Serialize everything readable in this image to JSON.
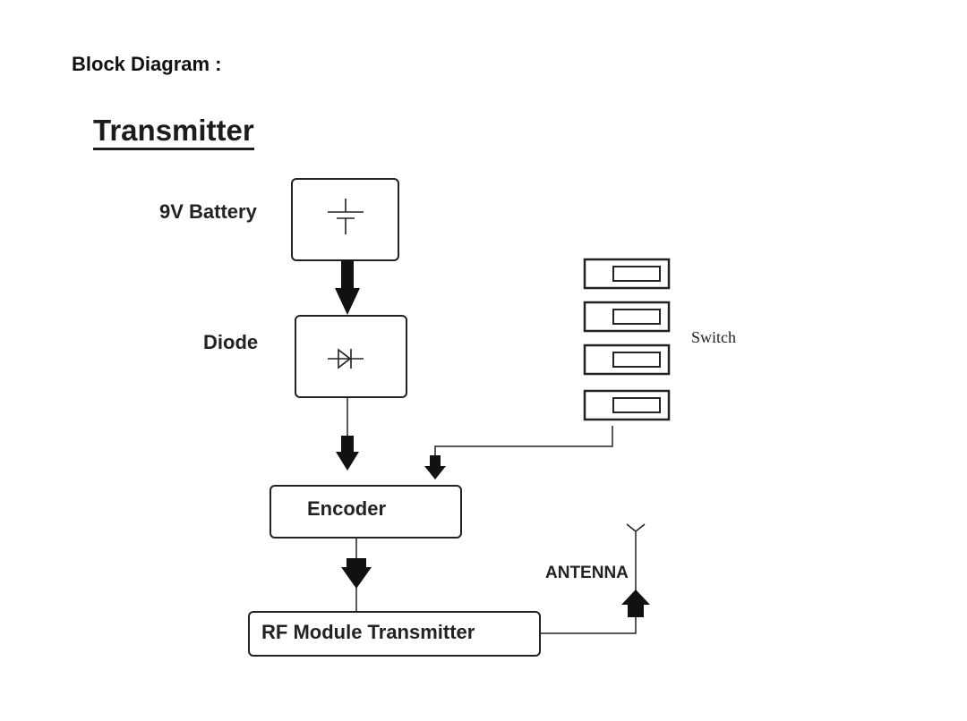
{
  "heading": "Block Diagram :",
  "subheading": "Transmitter",
  "blocks": {
    "battery": "9V Battery",
    "diode": "Diode",
    "switch": "Switch",
    "encoder": "Encoder",
    "antenna": "ANTENNA",
    "rf_module": "RF Module Transmitter"
  },
  "icons": {
    "battery": "battery-symbol-icon",
    "diode": "diode-symbol-icon",
    "switch": "dip-switch-icon",
    "antenna": "antenna-icon"
  },
  "colors": {
    "line": "#222222",
    "text": "#222222"
  }
}
